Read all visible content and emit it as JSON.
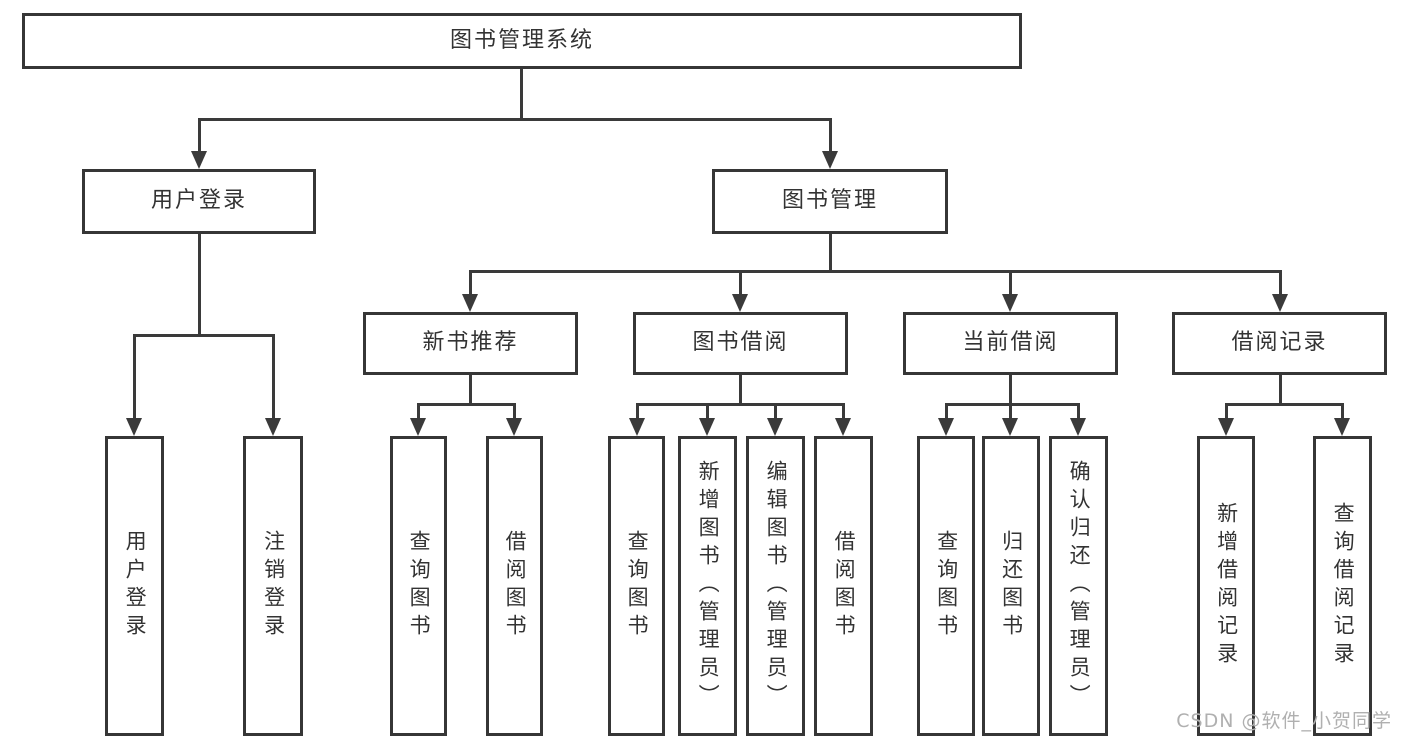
{
  "tree": {
    "label": "图书管理系统",
    "children": [
      {
        "label": "用户登录",
        "children": [
          {
            "label": "用户登录"
          },
          {
            "label": "注销登录"
          }
        ]
      },
      {
        "label": "图书管理",
        "children": [
          {
            "label": "新书推荐",
            "children": [
              {
                "label": "查询图书"
              },
              {
                "label": "借阅图书"
              }
            ]
          },
          {
            "label": "图书借阅",
            "children": [
              {
                "label": "查询图书"
              },
              {
                "label": "新增图书（管理员）"
              },
              {
                "label": "编辑图书（管理员）"
              },
              {
                "label": "借阅图书"
              }
            ]
          },
          {
            "label": "当前借阅",
            "children": [
              {
                "label": "查询图书"
              },
              {
                "label": "归还图书"
              },
              {
                "label": "确认归还（管理员）"
              }
            ]
          },
          {
            "label": "借阅记录",
            "children": [
              {
                "label": "新增借阅记录"
              },
              {
                "label": "查询借阅记录"
              }
            ]
          }
        ]
      }
    ]
  },
  "watermark": {
    "text": "CSDN @软件_小贺同学"
  },
  "colors": {
    "line": "#3a3a3a",
    "box_border": "#363636",
    "box_background": "#ffffff",
    "text": "#333333",
    "watermark": "#b0b0b0",
    "background": "#ffffff"
  }
}
